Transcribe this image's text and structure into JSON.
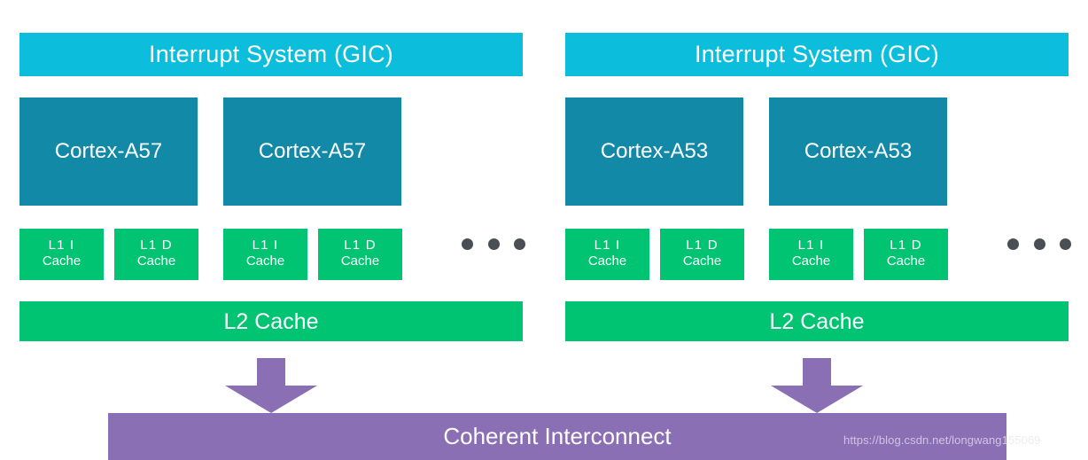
{
  "diagram": {
    "title": "ARM big.LITTLE cluster block diagram",
    "colors": {
      "gic": "#0cbedc",
      "core": "#1389a8",
      "cache": "#00c471",
      "interconnect": "#8a6fb5",
      "dot": "#4a4f55",
      "background": "#ffffff"
    }
  },
  "clusters": [
    {
      "id": "cluster-left",
      "gic_label": "Interrupt System (GIC)",
      "cores": [
        {
          "label": "Cortex-A57"
        },
        {
          "label": "Cortex-A57"
        }
      ],
      "l1_caches": [
        {
          "line1": "L1 I",
          "line2": "Cache"
        },
        {
          "line1": "L1 D",
          "line2": "Cache"
        },
        {
          "line1": "L1 I",
          "line2": "Cache"
        },
        {
          "line1": "L1 D",
          "line2": "Cache"
        }
      ],
      "ellipsis": "•••",
      "l2_label": "L2 Cache"
    },
    {
      "id": "cluster-right",
      "gic_label": "Interrupt System (GIC)",
      "cores": [
        {
          "label": "Cortex-A53"
        },
        {
          "label": "Cortex-A53"
        }
      ],
      "l1_caches": [
        {
          "line1": "L1 I",
          "line2": "Cache"
        },
        {
          "line1": "L1 D",
          "line2": "Cache"
        },
        {
          "line1": "L1 I",
          "line2": "Cache"
        },
        {
          "line1": "L1 D",
          "line2": "Cache"
        }
      ],
      "ellipsis": "•••",
      "l2_label": "L2 Cache"
    }
  ],
  "interconnect": {
    "label": "Coherent Interconnect"
  },
  "watermark": {
    "text": "https://blog.csdn.net/longwang155069"
  }
}
